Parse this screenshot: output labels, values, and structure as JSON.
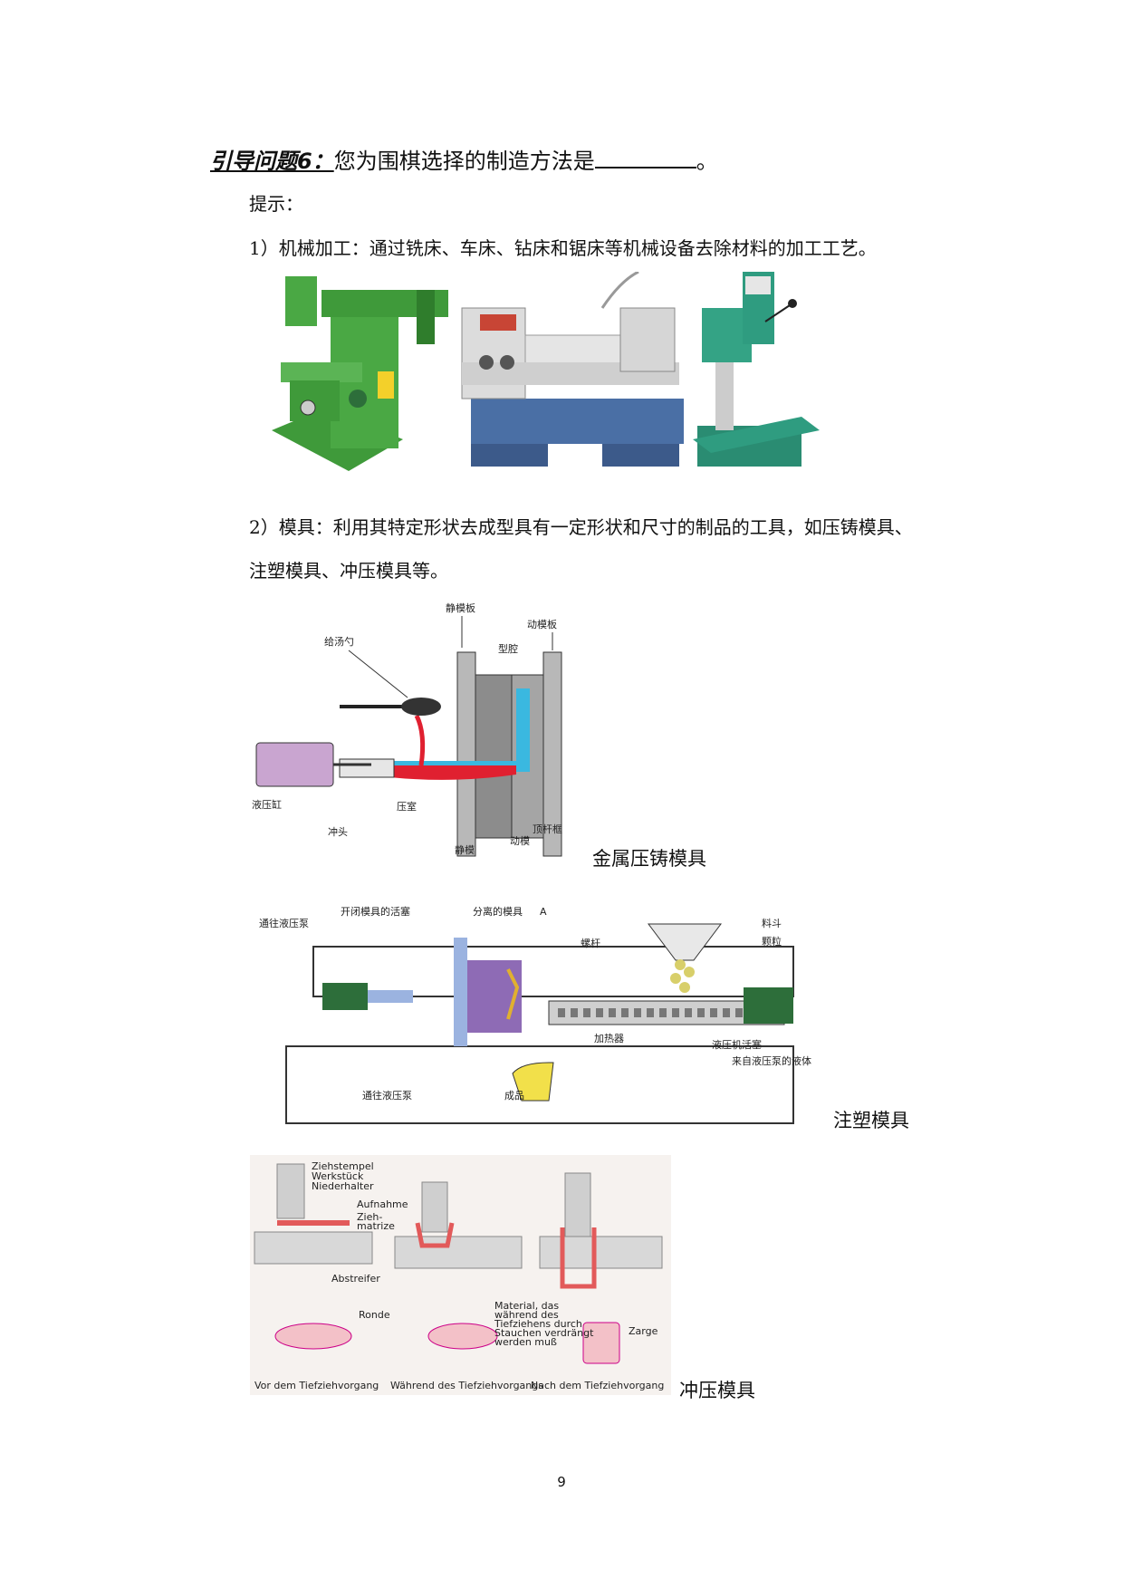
{
  "question": {
    "label": "引导问题6：",
    "text": "您为围棋选择的制造方法是",
    "end": "。"
  },
  "hint_label": "提示：",
  "item1": "1）机械加工：通过铣床、车床、钻床和锯床等机械设备去除材料的加工工艺。",
  "item2_line1": "2）模具：利用其特定形状去成型具有一定形状和尺寸的制品的工具，如压铸模具、",
  "item2_line2": "注塑模具、冲压模具等。",
  "figure_die_casting": {
    "caption": "金属压铸模具",
    "labels": {
      "ladle": "给汤勺",
      "fixed_plate": "静模板",
      "moving_plate": "动模板",
      "cavity": "型腔",
      "cylinder": "液压缸",
      "chamber": "压室",
      "plunger": "冲头",
      "fixed_die": "静模",
      "moving_die": "动模",
      "ejector_frame": "顶杆框"
    }
  },
  "figure_injection": {
    "caption": "注塑模具",
    "labels": {
      "to_pump_left": "通往液压泵",
      "piston": "开闭模具的活塞",
      "split_mold": "分离的模具",
      "marker_a": "A",
      "hopper": "料斗",
      "granules": "颗粒",
      "screw": "螺杆",
      "heater": "加热器",
      "hyd_piston": "液压机活塞",
      "fluid_from_pump": "来自液压泵的液体",
      "to_pump_bottom": "通往液压泵",
      "product": "成品"
    }
  },
  "figure_stamping": {
    "caption": "冲压模具",
    "labels": {
      "punch": "Ziehstempel",
      "workpiece": "Werkstück",
      "holder": "Niederhalter",
      "receiver": "Aufnahme",
      "die1": "Zieh-",
      "die2": "matrize",
      "stripper": "Abstreifer",
      "blank": "Ronde",
      "note1": "Material, das",
      "note2": "während des",
      "note3": "Tiefziehens durch",
      "note4": "Stauchen verdrängt",
      "note5": "werden muß",
      "cup": "Zarge",
      "stage1": "Vor dem Tiefziehvorgang",
      "stage2": "Während des Tiefziehvorgangs",
      "stage3": "Nach dem Tiefziehvorgang"
    }
  },
  "page_number": "9",
  "colors": {
    "machine_green": "#3f9a3a",
    "lathe_blue": "#3c5a8a",
    "molten_red": "#e02030",
    "cavity_cyan": "#3ab8e0",
    "mold_purple": "#8e6bb5",
    "cylinder_purple": "#c9a5d0",
    "piston_green": "#2d6e3a",
    "piston_blue": "#9bb3e0",
    "granule_yellow": "#d8cf6a",
    "stamp_red": "#e25a5a"
  }
}
